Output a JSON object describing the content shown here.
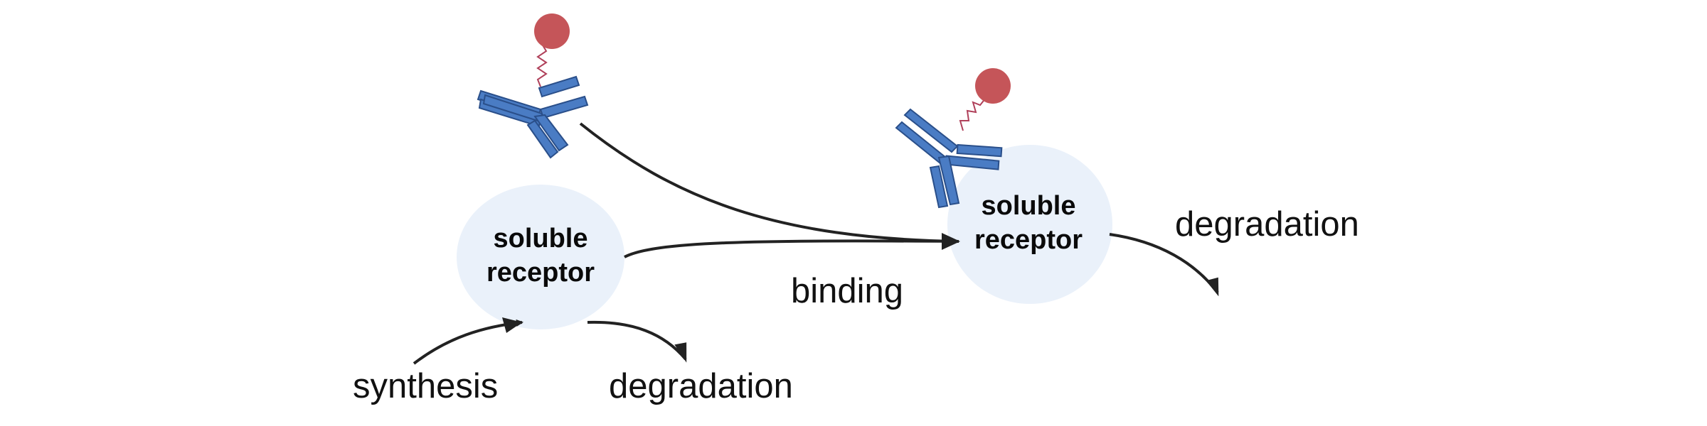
{
  "nodes": {
    "receptor_left": {
      "label_line1": "soluble",
      "label_line2": "receptor"
    },
    "receptor_right": {
      "label_line1": "soluble",
      "label_line2": "receptor"
    }
  },
  "labels": {
    "synthesis": "synthesis",
    "degradation_left": "degradation",
    "binding": "binding",
    "degradation_right": "degradation"
  },
  "colors": {
    "receptor_fill": "#EAF1FA",
    "antibody_fill": "#4A7CC4",
    "antibody_stroke": "#2A4F8A",
    "ligand_fill": "#C55559",
    "linker": "#B0405A",
    "arrow": "#222222"
  },
  "icons": {
    "antibody": "antibody-icon",
    "ligand": "ligand-icon"
  }
}
